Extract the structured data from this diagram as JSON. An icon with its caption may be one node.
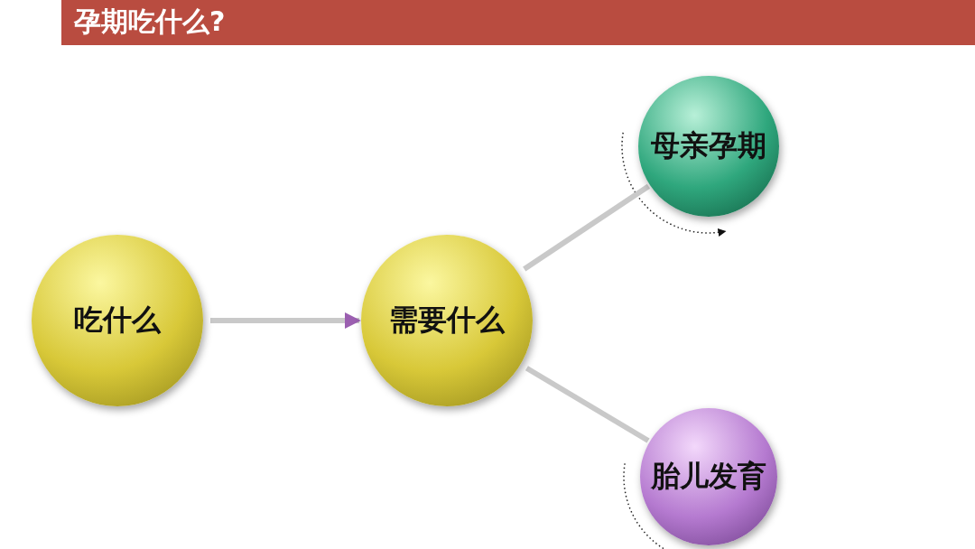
{
  "diagram": {
    "title": "孕期吃什么?",
    "nodes": [
      {
        "text": [
          "吃什么"
        ]
      },
      {
        "text": [
          "需要什么"
        ]
      },
      {
        "text": [
          "母亲孕期"
        ]
      },
      {
        "text": [
          "胎儿发育"
        ]
      }
    ],
    "edges": [
      {
        "from": 0,
        "to": 1,
        "arrow": "to"
      },
      {
        "from": 1,
        "to": 2,
        "arrow": "none"
      },
      {
        "from": 1,
        "to": 3,
        "arrow": "none"
      }
    ]
  }
}
